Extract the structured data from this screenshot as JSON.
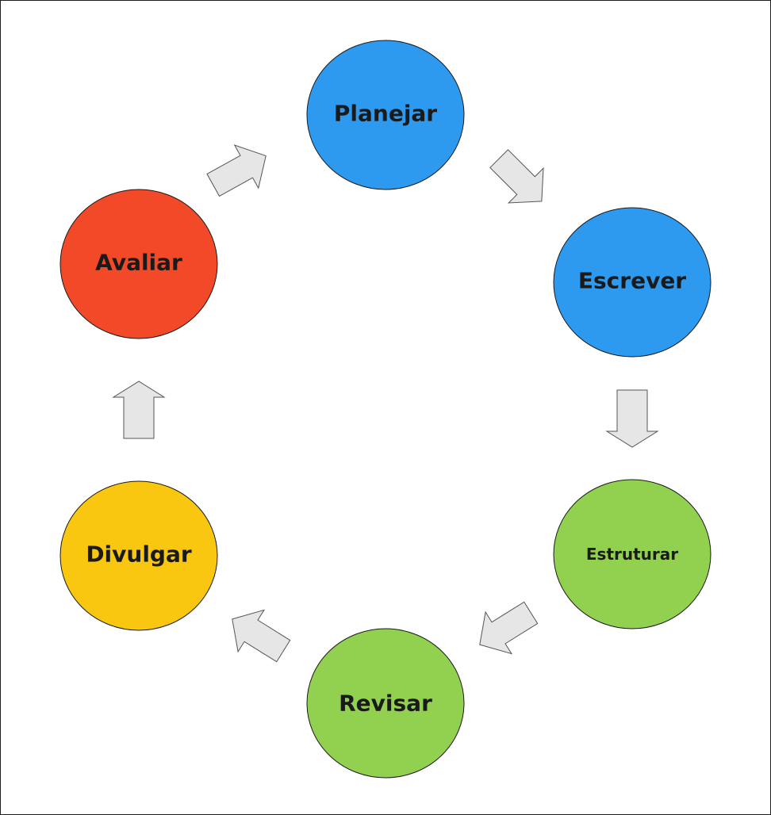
{
  "diagram": {
    "nodes": [
      {
        "id": "planejar",
        "label": "Planejar",
        "color": "#2d9af0"
      },
      {
        "id": "escrever",
        "label": "Escrever",
        "color": "#2d9af0"
      },
      {
        "id": "estruturar",
        "label": "Estruturar",
        "color": "#92d050"
      },
      {
        "id": "revisar",
        "label": "Revisar",
        "color": "#92d050"
      },
      {
        "id": "divulgar",
        "label": "Divulgar",
        "color": "#f9c710"
      },
      {
        "id": "avaliar",
        "label": "Avaliar",
        "color": "#f24a28"
      }
    ],
    "arrow_fill": "#e6e6e6"
  }
}
